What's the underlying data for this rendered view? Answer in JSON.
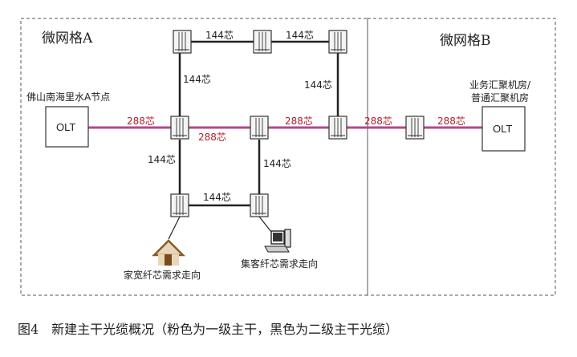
{
  "colors": {
    "primary_trunk": "#b04a8a",
    "secondary_trunk": "#222222",
    "box": "#f4f4f4"
  },
  "grids": {
    "a_label": "微网格A",
    "b_label": "微网格B"
  },
  "nodes": {
    "foshan_label": "佛山南海里水A节点",
    "olt_left": "OLT",
    "agg_label_line1": "业务汇聚机房/",
    "agg_label_line2": "普通汇聚机房",
    "olt_right": "OLT"
  },
  "links": {
    "top_left": "144芯",
    "top_right": "144芯",
    "left_upper": "144芯",
    "right_upper": "144芯",
    "red_1": "288芯",
    "red_2": "288芯",
    "red_3": "288芯",
    "red_4": "288芯",
    "red_5": "288芯",
    "left_lower": "144芯",
    "mid_lower": "144芯",
    "bottom": "144芯"
  },
  "demands": {
    "home": "家宽纤芯需求走向",
    "business": "集客纤芯需求走向"
  },
  "icons": [
    "fiber-box-icon",
    "house-icon",
    "computer-icon"
  ],
  "caption": "图4　新建主干光缆概况（粉色为一级主干，黑色为二级主干光缆）"
}
